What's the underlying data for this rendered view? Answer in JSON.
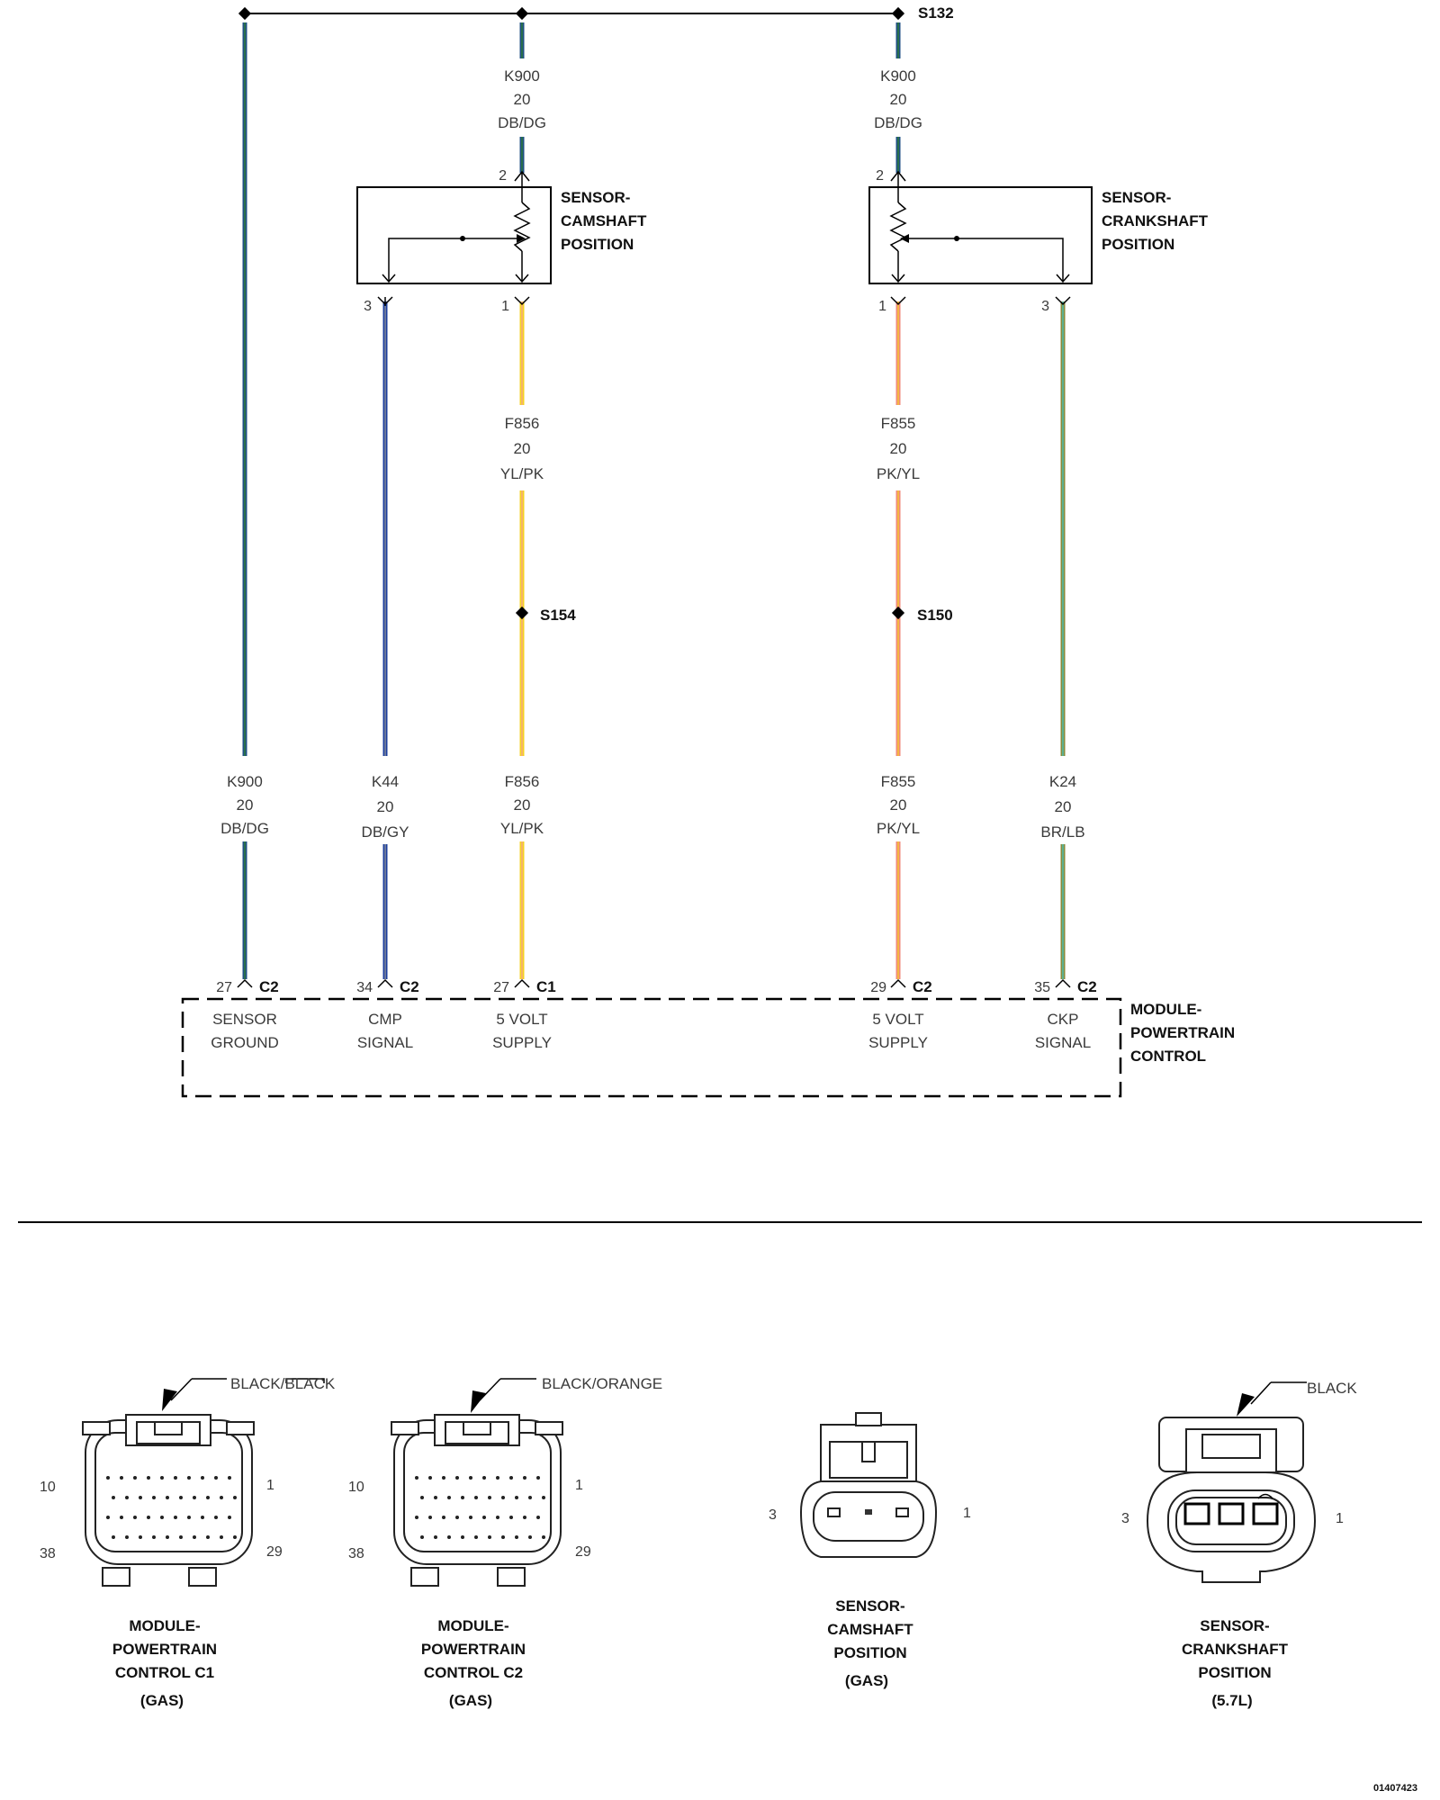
{
  "splices": {
    "top": "S132",
    "cmp_supply": "S154",
    "ckp_supply": "S150"
  },
  "wires": {
    "k900_top_cmp": {
      "circuit": "K900",
      "gauge": "20",
      "color": "DB/DG"
    },
    "k900_top_ckp": {
      "circuit": "K900",
      "gauge": "20",
      "color": "DB/DG"
    },
    "f856_mid": {
      "circuit": "F856",
      "gauge": "20",
      "color": "YL/PK"
    },
    "f855_mid": {
      "circuit": "F855",
      "gauge": "20",
      "color": "PK/YL"
    },
    "k900_low": {
      "circuit": "K900",
      "gauge": "20",
      "color": "DB/DG"
    },
    "k44_low": {
      "circuit": "K44",
      "gauge": "20",
      "color": "DB/GY"
    },
    "f856_low": {
      "circuit": "F856",
      "gauge": "20",
      "color": "YL/PK"
    },
    "f855_low": {
      "circuit": "F855",
      "gauge": "20",
      "color": "PK/YL"
    },
    "k24_low": {
      "circuit": "K24",
      "gauge": "20",
      "color": "BR/LB"
    }
  },
  "wire_colors": {
    "db_dg_main": "#1f4f86",
    "db_dg_stripe": "#2f7a3a",
    "db_gy_main": "#1c3f9e",
    "db_gy_stripe": "#9a9a9a",
    "yl_pk_main": "#f6d31f",
    "yl_pk_stripe": "#f2a0a0",
    "pk_yl_main": "#f08a7a",
    "pk_yl_stripe": "#f6d31f",
    "br_lb_main": "#8a8a3a",
    "br_lb_stripe": "#4cc0b0"
  },
  "cmp_sensor": {
    "name_line1": "SENSOR-",
    "name_line2": "CAMSHAFT",
    "name_line3": "POSITION",
    "pin_top": "2",
    "pin_left": "3",
    "pin_right": "1"
  },
  "ckp_sensor": {
    "name_line1": "SENSOR-",
    "name_line2": "CRANKSHAFT",
    "name_line3": "POSITION",
    "pin_top": "2",
    "pin_left": "1",
    "pin_right": "3"
  },
  "pcm": {
    "name_line1": "MODULE-",
    "name_line2": "POWERTRAIN",
    "name_line3": "CONTROL",
    "pins": [
      {
        "pin": "27",
        "connector": "C2",
        "label1": "SENSOR",
        "label2": "GROUND"
      },
      {
        "pin": "34",
        "connector": "C2",
        "label1": "CMP",
        "label2": "SIGNAL"
      },
      {
        "pin": "27",
        "connector": "C1",
        "label1": "5 VOLT",
        "label2": "SUPPLY"
      },
      {
        "pin": "29",
        "connector": "C2",
        "label1": "5 VOLT",
        "label2": "SUPPLY"
      },
      {
        "pin": "35",
        "connector": "C2",
        "label1": "CKP",
        "label2": "SIGNAL"
      }
    ]
  },
  "connector_views": [
    {
      "color": "BLACK/BLACK",
      "pin_tl": "10",
      "pin_tr": "1",
      "pin_bl": "38",
      "pin_br": "29",
      "title1": "MODULE-",
      "title2": "POWERTRAIN",
      "title3": "CONTROL C1",
      "title4": "(GAS)"
    },
    {
      "color": "BLACK/ORANGE",
      "pin_tl": "10",
      "pin_tr": "1",
      "pin_bl": "38",
      "pin_br": "29",
      "title1": "MODULE-",
      "title2": "POWERTRAIN",
      "title3": "CONTROL C2",
      "title4": "(GAS)"
    },
    {
      "pin_left": "3",
      "pin_right": "1",
      "title1": "SENSOR-",
      "title2": "CAMSHAFT",
      "title3": "POSITION",
      "title4": "(GAS)"
    },
    {
      "color": "BLACK",
      "pin_left": "3",
      "pin_right": "1",
      "title1": "SENSOR-",
      "title2": "CRANKSHAFT",
      "title3": "POSITION",
      "title4": "(5.7L)"
    }
  ],
  "doc_number": "01407423"
}
